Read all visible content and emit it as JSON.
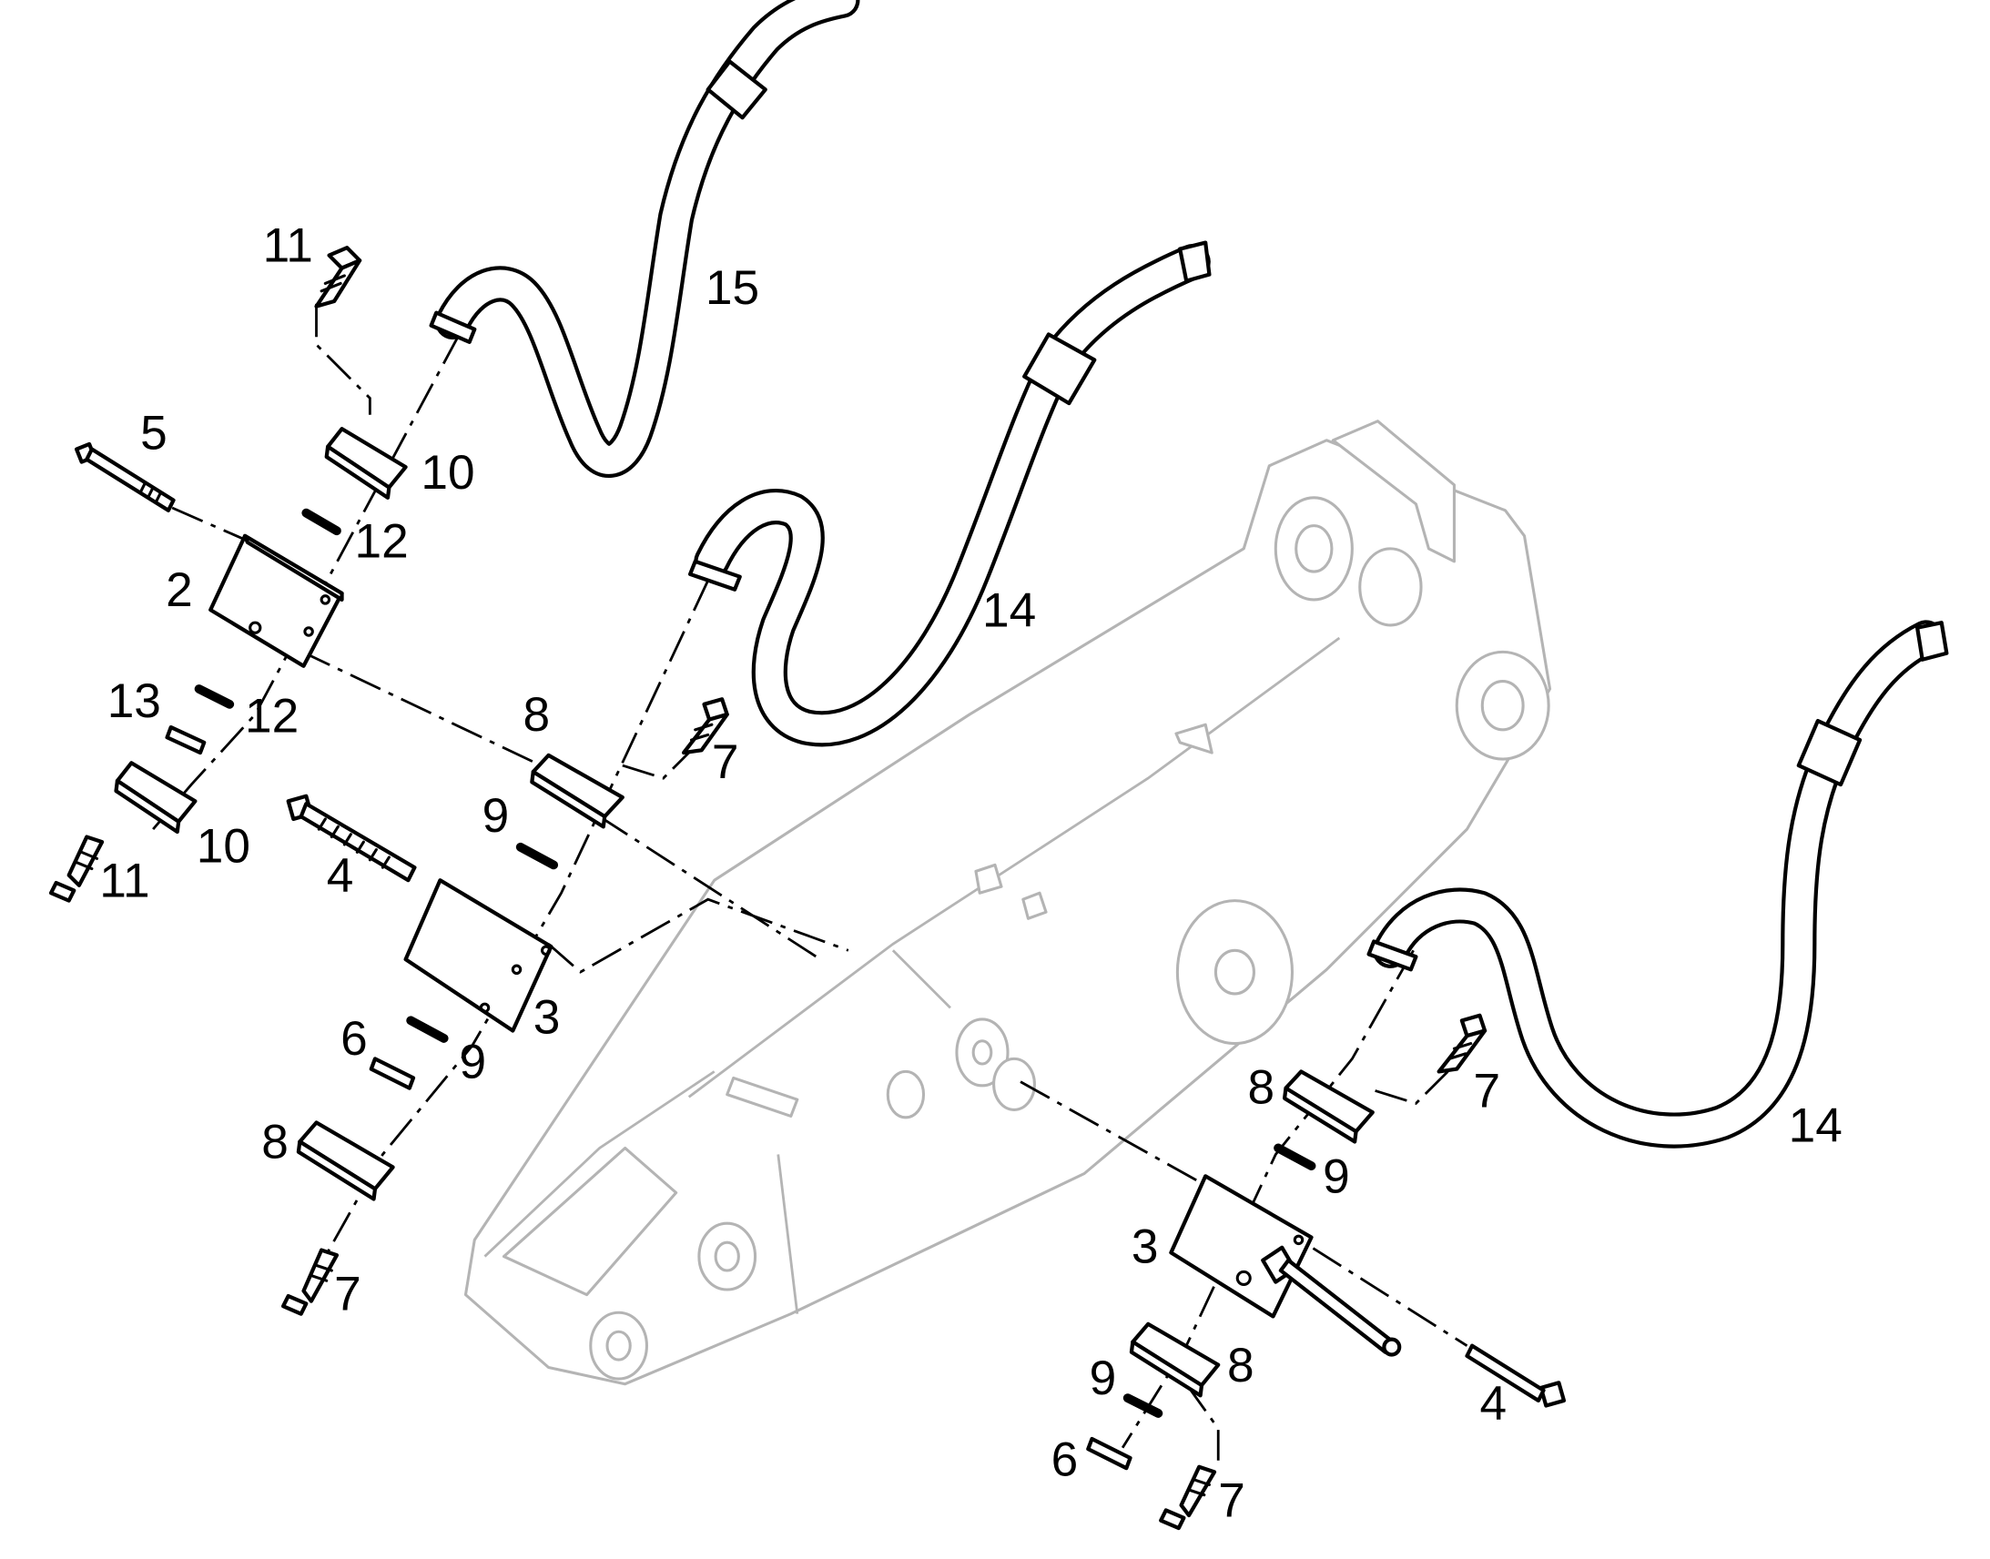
{
  "callouts": {
    "c2": "2",
    "c3a": "3",
    "c3b": "3",
    "c4a": "4",
    "c4b": "4",
    "c5": "5",
    "c6a": "6",
    "c6b": "6",
    "c7a": "7",
    "c7b": "7",
    "c7c": "7",
    "c7d": "7",
    "c8a": "8",
    "c8b": "8",
    "c8c": "8",
    "c8d": "8",
    "c9a": "9",
    "c9b": "9",
    "c9c": "9",
    "c9d": "9",
    "c10a": "10",
    "c10b": "10",
    "c11a": "11",
    "c11b": "11",
    "c12a": "12",
    "c12b": "12",
    "c13": "13",
    "c14a": "14",
    "c14b": "14",
    "c15": "15"
  },
  "colors": {
    "ink": "#000000",
    "boom_outline": "#b4b4b4",
    "background": "#ffffff"
  }
}
